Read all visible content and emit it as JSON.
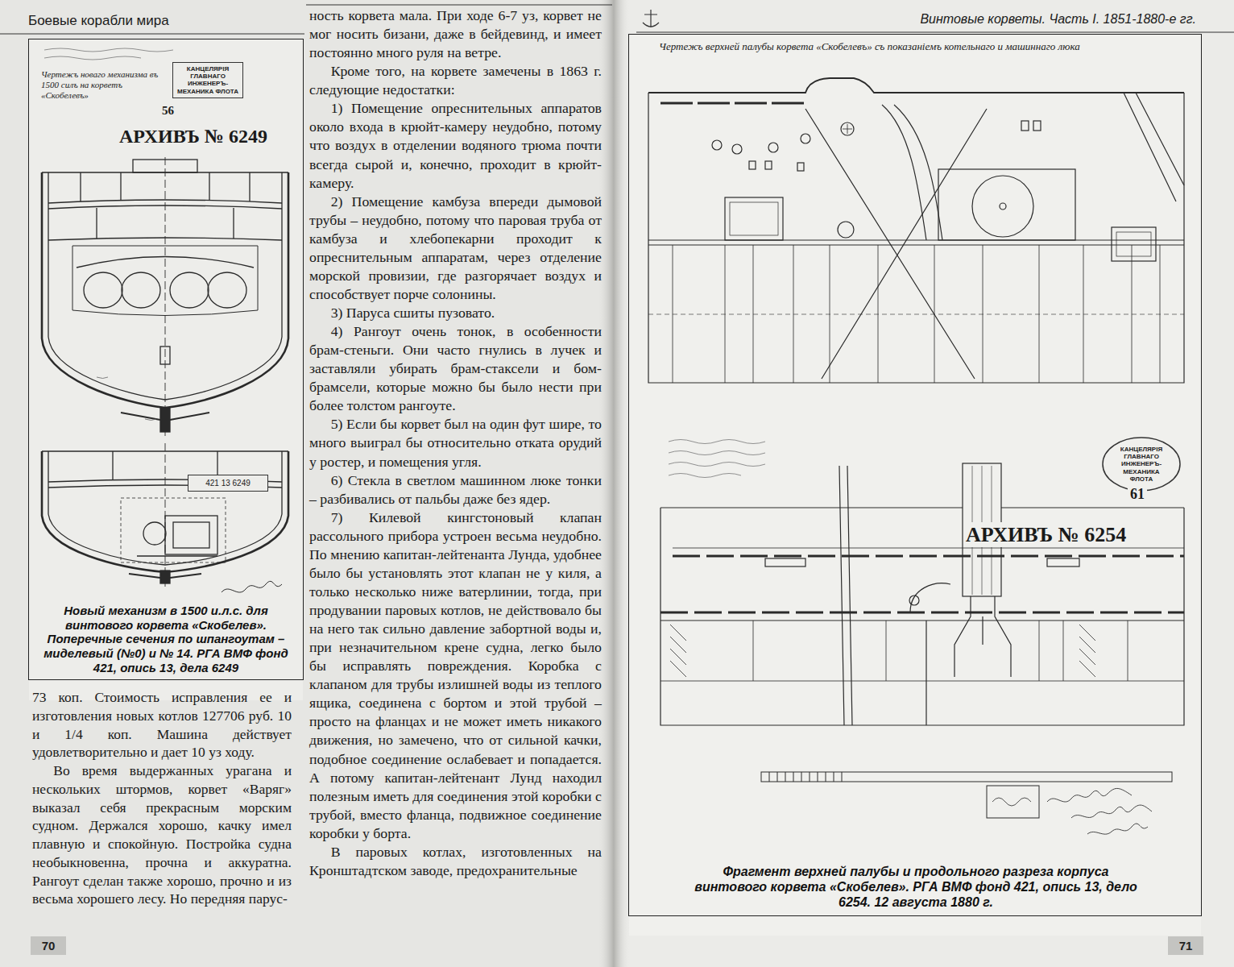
{
  "diagram": {
    "nodes": [
      {
        "text": [
          "Новый механизм в 1500 и.л.с. для винтового корвета «Скобелев». Поперечные сечения по шпангоутам – миделевый (№0) и № 14. РГА ВМФ фонд 421, опись 13, дела 6249"
        ]
      },
      {
        "text": [
          "КАНЦЕЛЯРІЯ ГЛАВНАГО ИНЖЕНЕРЪ-МЕХАНИКА ФЛОТА"
        ],
        "in": 0
      },
      {
        "text": [
          "421 13 6249"
        ],
        "in": 0
      },
      {
        "text": [
          "Фрагмент верхней палубы и продольного разреза корпуса винтового корвета «Скобелев». РГА ВМФ фонд 421, опись 13, дело 6254. 12 августа 1880 г."
        ]
      },
      {
        "text": [
          "КАНЦЕЛЯРІЯ ГЛАВНАГО ИНЖЕНЕРЪ-МЕХАНИКА ФЛОТА"
        ],
        "in": 3
      },
      {
        "text": [
          "70"
        ]
      },
      {
        "text": [
          "71"
        ]
      }
    ],
    "labels": [
      "Боевые корабли мира",
      "Винтовые корветы. Часть I. 1851-1880-е гг.",
      "ность корвета мала. При ходе 6-7 уз, корвет не мог носить бизани, даже в бейдевинд, и имеет постоянно много руля на ветре.",
      "Кроме того, на корвете замечены в 1863 г. следующие недостатки:",
      "1) Помещение опреснительных аппаратов около входа в крюйт-камеру неудобно, потому что воздух в отделении водяного трюма почти всегда сырой и, конечно, проходит в крюйт-камеру.",
      "2) Помещение камбуза впереди дымовой трубы – неудобно, потому что паровая труба от камбуза и хлебопекарни проходит к опреснительным аппаратам, через отделение морской провизии, где разгорячает воздух и способствует порче солонины.",
      "3) Паруса сшиты пузовато.",
      "4) Рангоут очень тонок, в особенности брам-стеньги. Они часто гнулись в лучек и заставляли убирать брам-стаксели и бом-брамсели, которые можно бы было нести при более толстом рангоуте.",
      "5) Если бы корвет был на один фут шире, то много выиграл бы относительно отката орудий у ростер, и помещения угля.",
      "6) Стекла в светлом машинном люке тонки – разбивались от пальбы даже без ядер.",
      "7) Килевой кингстоновый клапан рассольного прибора устроен весьма неудобно. По мнению капитан-лейтенанта Лунда, удобнее было бы установлять этот клапан не у киля, а только несколько ниже ватерлинии, тогда, при продувании паровых котлов, не действовало бы на него так сильно давление забортной воды и, при незначительном крене судна, легко было бы исправлять повреждения. Коробка с клапаном для трубы излишней воды из теплого ящика, соединена с бортом и этой трубой – просто на фланцах и не может иметь никакого движения, но замечено, что от сильной качки, подобное соединение ослабевает и попадается. А потому капитан-лейтенант Лунд находил полезным иметь для соединения этой коробки с трубой, вместо фланца, подвижное соединение коробки у борта.",
      "В паровых котлах, изготовленных на Кронштадтском заводе, предохранительные",
      "73 коп. Стоимость исправления ее и изготовления новых котлов 127706 руб. 10 и 1/4 коп. Машина действует удовлетворительно и дает 10 уз ходу.",
      "Во время выдержанных урагана и нескольких штормов, корвет «Варяг» выказал себя прекрасным морским судном. Держался хорошо, качку имел плавную и спокойную. Постройка судна необыкновенна, прочна и аккуратна. Рангоут сделан также хорошо, прочно и из весьма хорошего лесу. Но передняя парус-",
      "АРХИВЪ № 6249",
      "56",
      "АРХИВЪ № 6254",
      "61",
      "Чертежъ верхней палубы корвета «Скобелевъ» съ показаніемъ котельнаго и машиннаго люка",
      "Чертежъ новаго механизма въ 1500 силъ на корветъ «Скобелевъ»"
    ]
  }
}
